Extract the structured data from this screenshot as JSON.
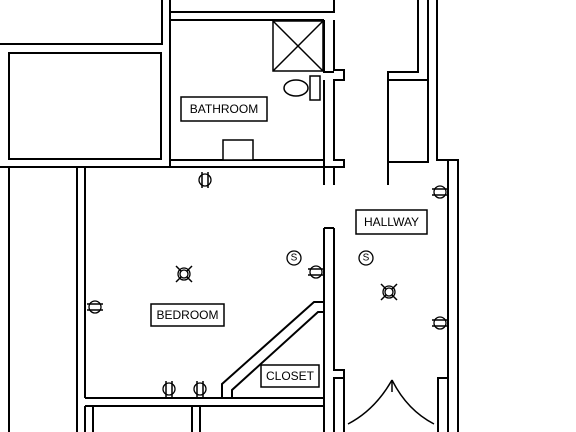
{
  "rooms": {
    "bathroom": "BATHROOM",
    "hallway": "HALLWAY",
    "bedroom": "BEDROOM",
    "closet": "CLOSET"
  },
  "symbols": {
    "switch_letter": "S",
    "outlet_icon": "duplex-outlet-icon",
    "ceiling_light_icon": "ceiling-light-icon"
  }
}
